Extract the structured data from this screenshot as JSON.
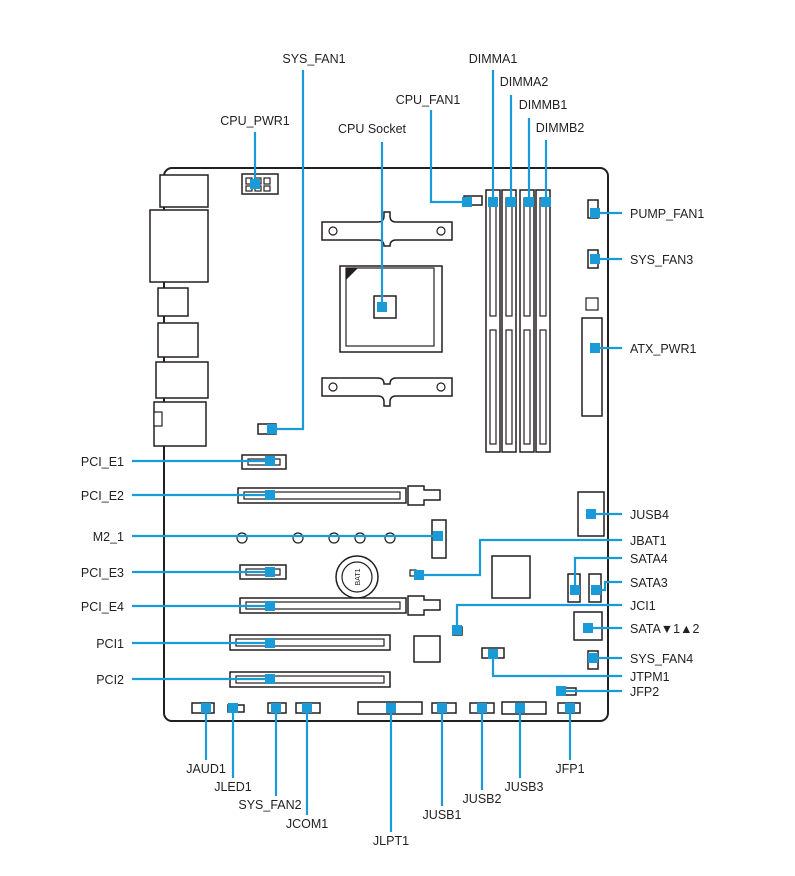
{
  "labels": {
    "sys_fan1": "SYS_FAN1",
    "cpu_pwr1": "CPU_PWR1",
    "cpu_fan1": "CPU_FAN1",
    "cpu_socket": "CPU Socket",
    "dimma1": "DIMMA1",
    "dimma2": "DIMMA2",
    "dimmb1": "DIMMB1",
    "dimmb2": "DIMMB2",
    "pump_fan1": "PUMP_FAN1",
    "sys_fan3": "SYS_FAN3",
    "atx_pwr1": "ATX_PWR1",
    "jusb4": "JUSB4",
    "jbat1": "JBAT1",
    "sata4": "SATA4",
    "sata3": "SATA3",
    "jci1": "JCI1",
    "sata12": "SATA▼1▲2",
    "sys_fan4": "SYS_FAN4",
    "jtpm1": "JTPM1",
    "jfp2": "JFP2",
    "pci_e1": "PCI_E1",
    "pci_e2": "PCI_E2",
    "m2_1": "M2_1",
    "pci_e3": "PCI_E3",
    "pci_e4": "PCI_E4",
    "pci1": "PCI1",
    "pci2": "PCI2",
    "jaud1": "JAUD1",
    "jled1": "JLED1",
    "sys_fan2": "SYS_FAN2",
    "jcom1": "JCOM1",
    "jlpt1": "JLPT1",
    "jusb1": "JUSB1",
    "jusb2": "JUSB2",
    "jusb3": "JUSB3",
    "jfp1": "JFP1"
  },
  "battery_label": "BAT1",
  "colors": {
    "callout": "#1a9ad6",
    "outline": "#231f20"
  }
}
